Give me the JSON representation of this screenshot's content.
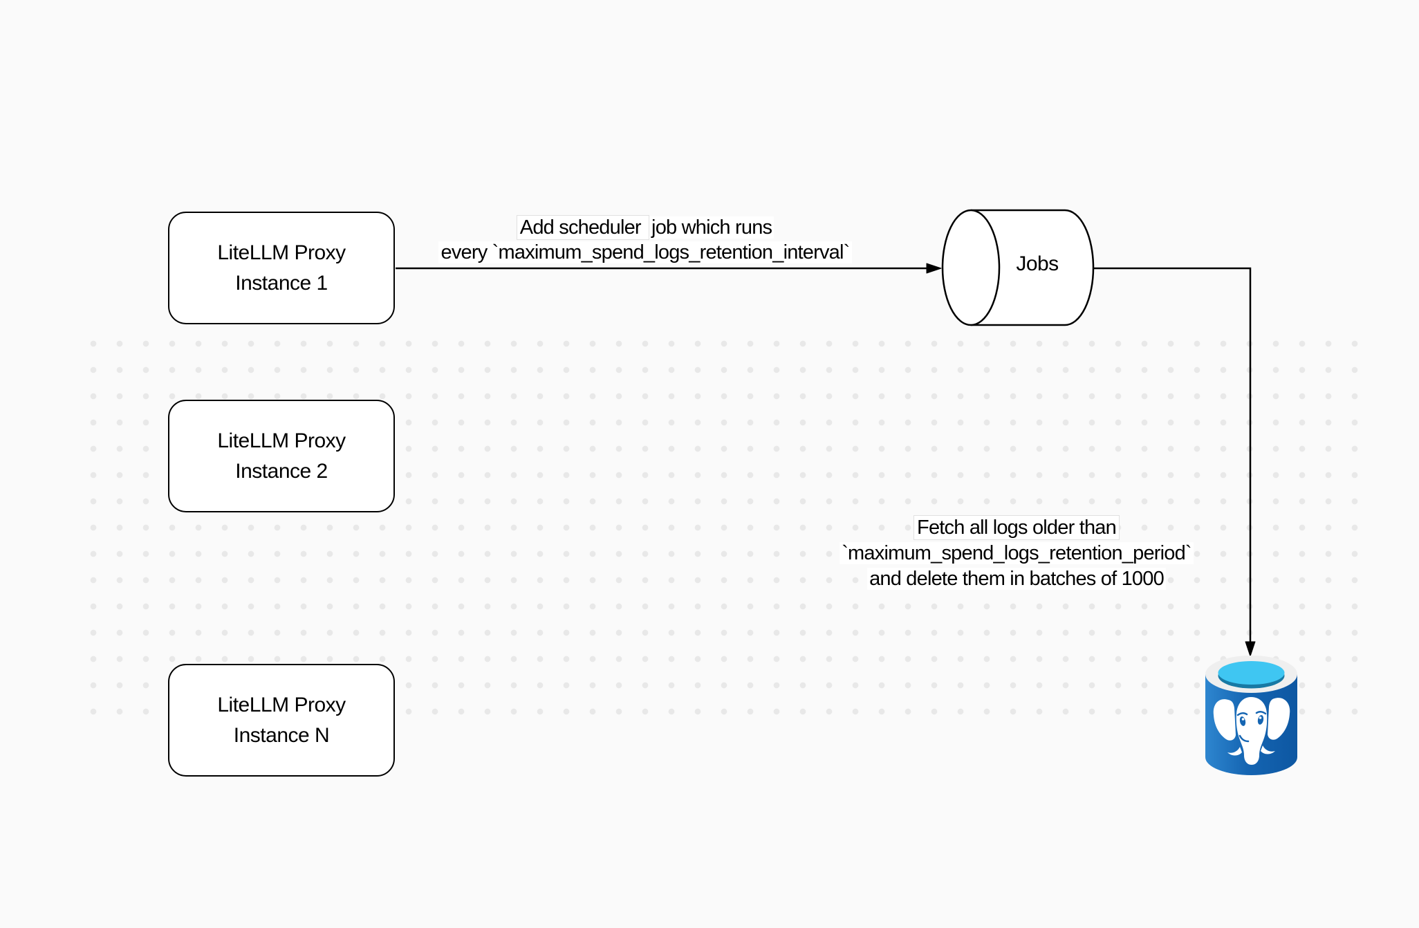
{
  "diagram": {
    "colors": {
      "background": "#fafafa",
      "dot": "#e8e8e8",
      "node_fill": "#ffffff",
      "node_border": "#000000",
      "arrow": "#000000",
      "postgres_body": "#1565b2",
      "postgres_top_cyan": "#3fc6f2",
      "postgres_top_dark": "#1879a4"
    },
    "nodes": {
      "instance1": {
        "line1": "LiteLLM Proxy",
        "line2": "Instance 1"
      },
      "instance2": {
        "line1": "LiteLLM Proxy",
        "line2": "Instance 2"
      },
      "instanceN": {
        "line1": "LiteLLM Proxy",
        "line2": "Instance N"
      },
      "jobs": {
        "label": "Jobs"
      }
    },
    "edges": {
      "scheduler": {
        "line1_highlight": "Add scheduler ",
        "line1_rest": "job which runs",
        "line2": "every `maximum_spend_logs_retention_interval`"
      },
      "fetch": {
        "line1": "Fetch all logs older than",
        "line2": "`maximum_spend_logs_retention_period`",
        "line3": "and delete them in batches of 1000"
      }
    },
    "database": {
      "icon": "postgresql-icon"
    }
  }
}
